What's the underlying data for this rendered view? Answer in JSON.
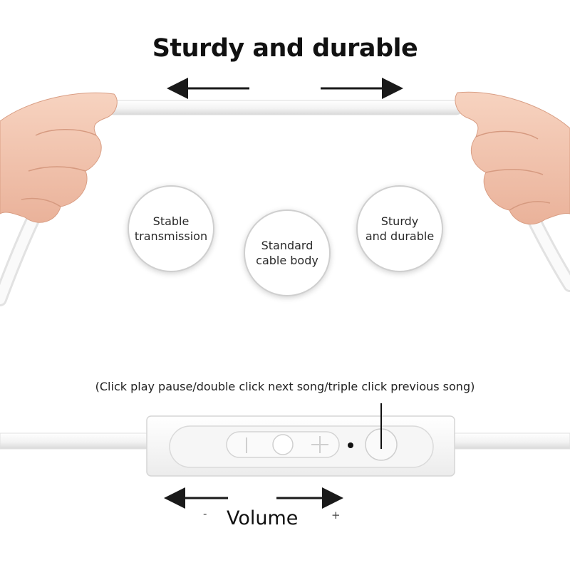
{
  "headline": "Sturdy and durable",
  "features": [
    {
      "label": "Stable\ntransmission"
    },
    {
      "label": "Standard\ncable body"
    },
    {
      "label": "Sturdy\nand durable"
    }
  ],
  "remote": {
    "button_caption": "(Click play pause/double click next song/triple click previous song)",
    "volume_label": "Volume",
    "minus_sign": "-",
    "plus_sign": "+"
  },
  "colors": {
    "cable": "#f4f4f4",
    "skin": "#f2c3ac",
    "arrow": "#1a1a1a"
  }
}
